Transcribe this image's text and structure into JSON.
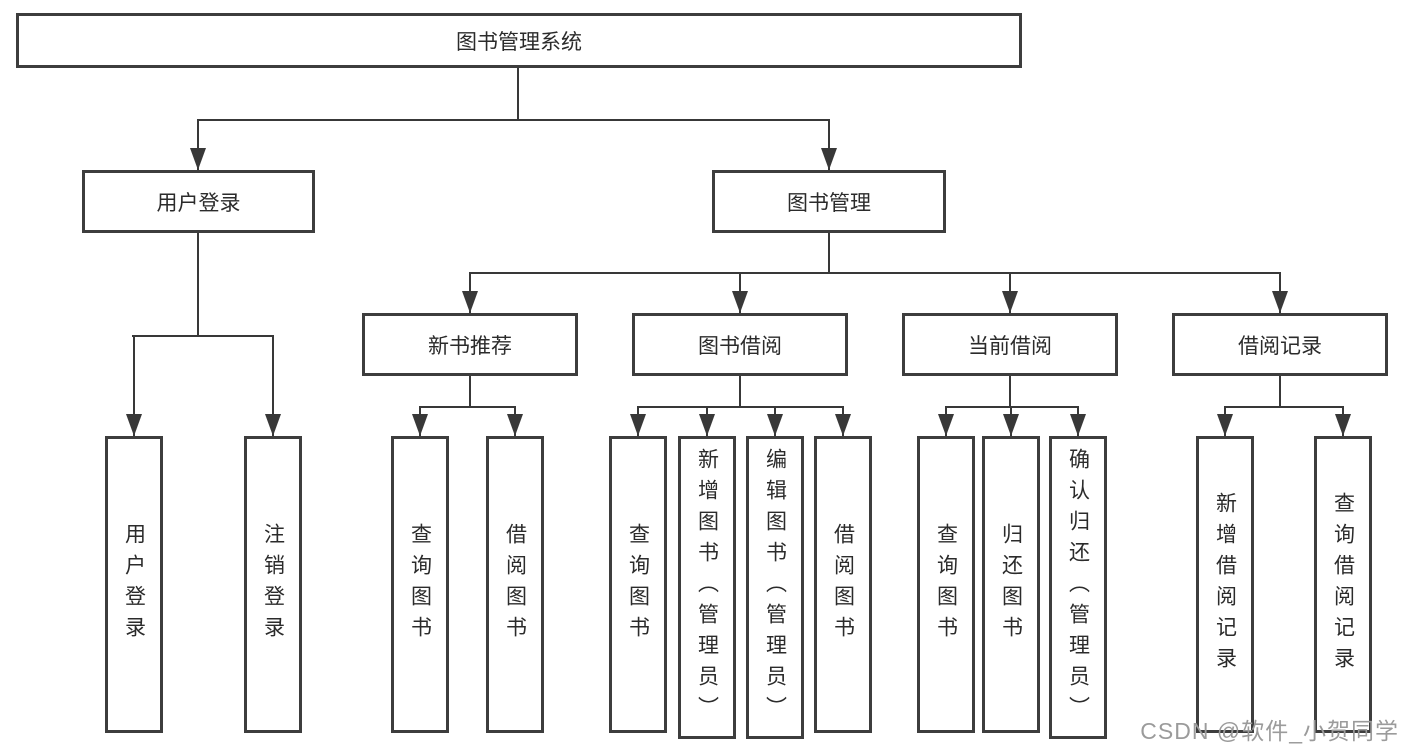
{
  "nodes": {
    "root": "图书管理系统",
    "login": {
      "label": "用户登录",
      "children": [
        "用户登录",
        "注销登录"
      ]
    },
    "mgmt": {
      "label": "图书管理"
    },
    "recommend": {
      "label": "新书推荐",
      "children": [
        "查询图书",
        "借阅图书"
      ]
    },
    "borrow": {
      "label": "图书借阅",
      "children": [
        "查询图书",
        "新增图书（管理员）",
        "编辑图书（管理员）",
        "借阅图书"
      ]
    },
    "current": {
      "label": "当前借阅",
      "children": [
        "查询图书",
        "归还图书",
        "确认归还（管理员）"
      ]
    },
    "records": {
      "label": "借阅记录",
      "children": [
        "新增借阅记录",
        "查询借阅记录"
      ]
    }
  },
  "watermark": "CSDN @软件_小贺同学",
  "colors": {
    "line": "#383838",
    "border": "#3d3d3d",
    "text": "#2b2b2b",
    "watermark": "#9b9b9b"
  }
}
